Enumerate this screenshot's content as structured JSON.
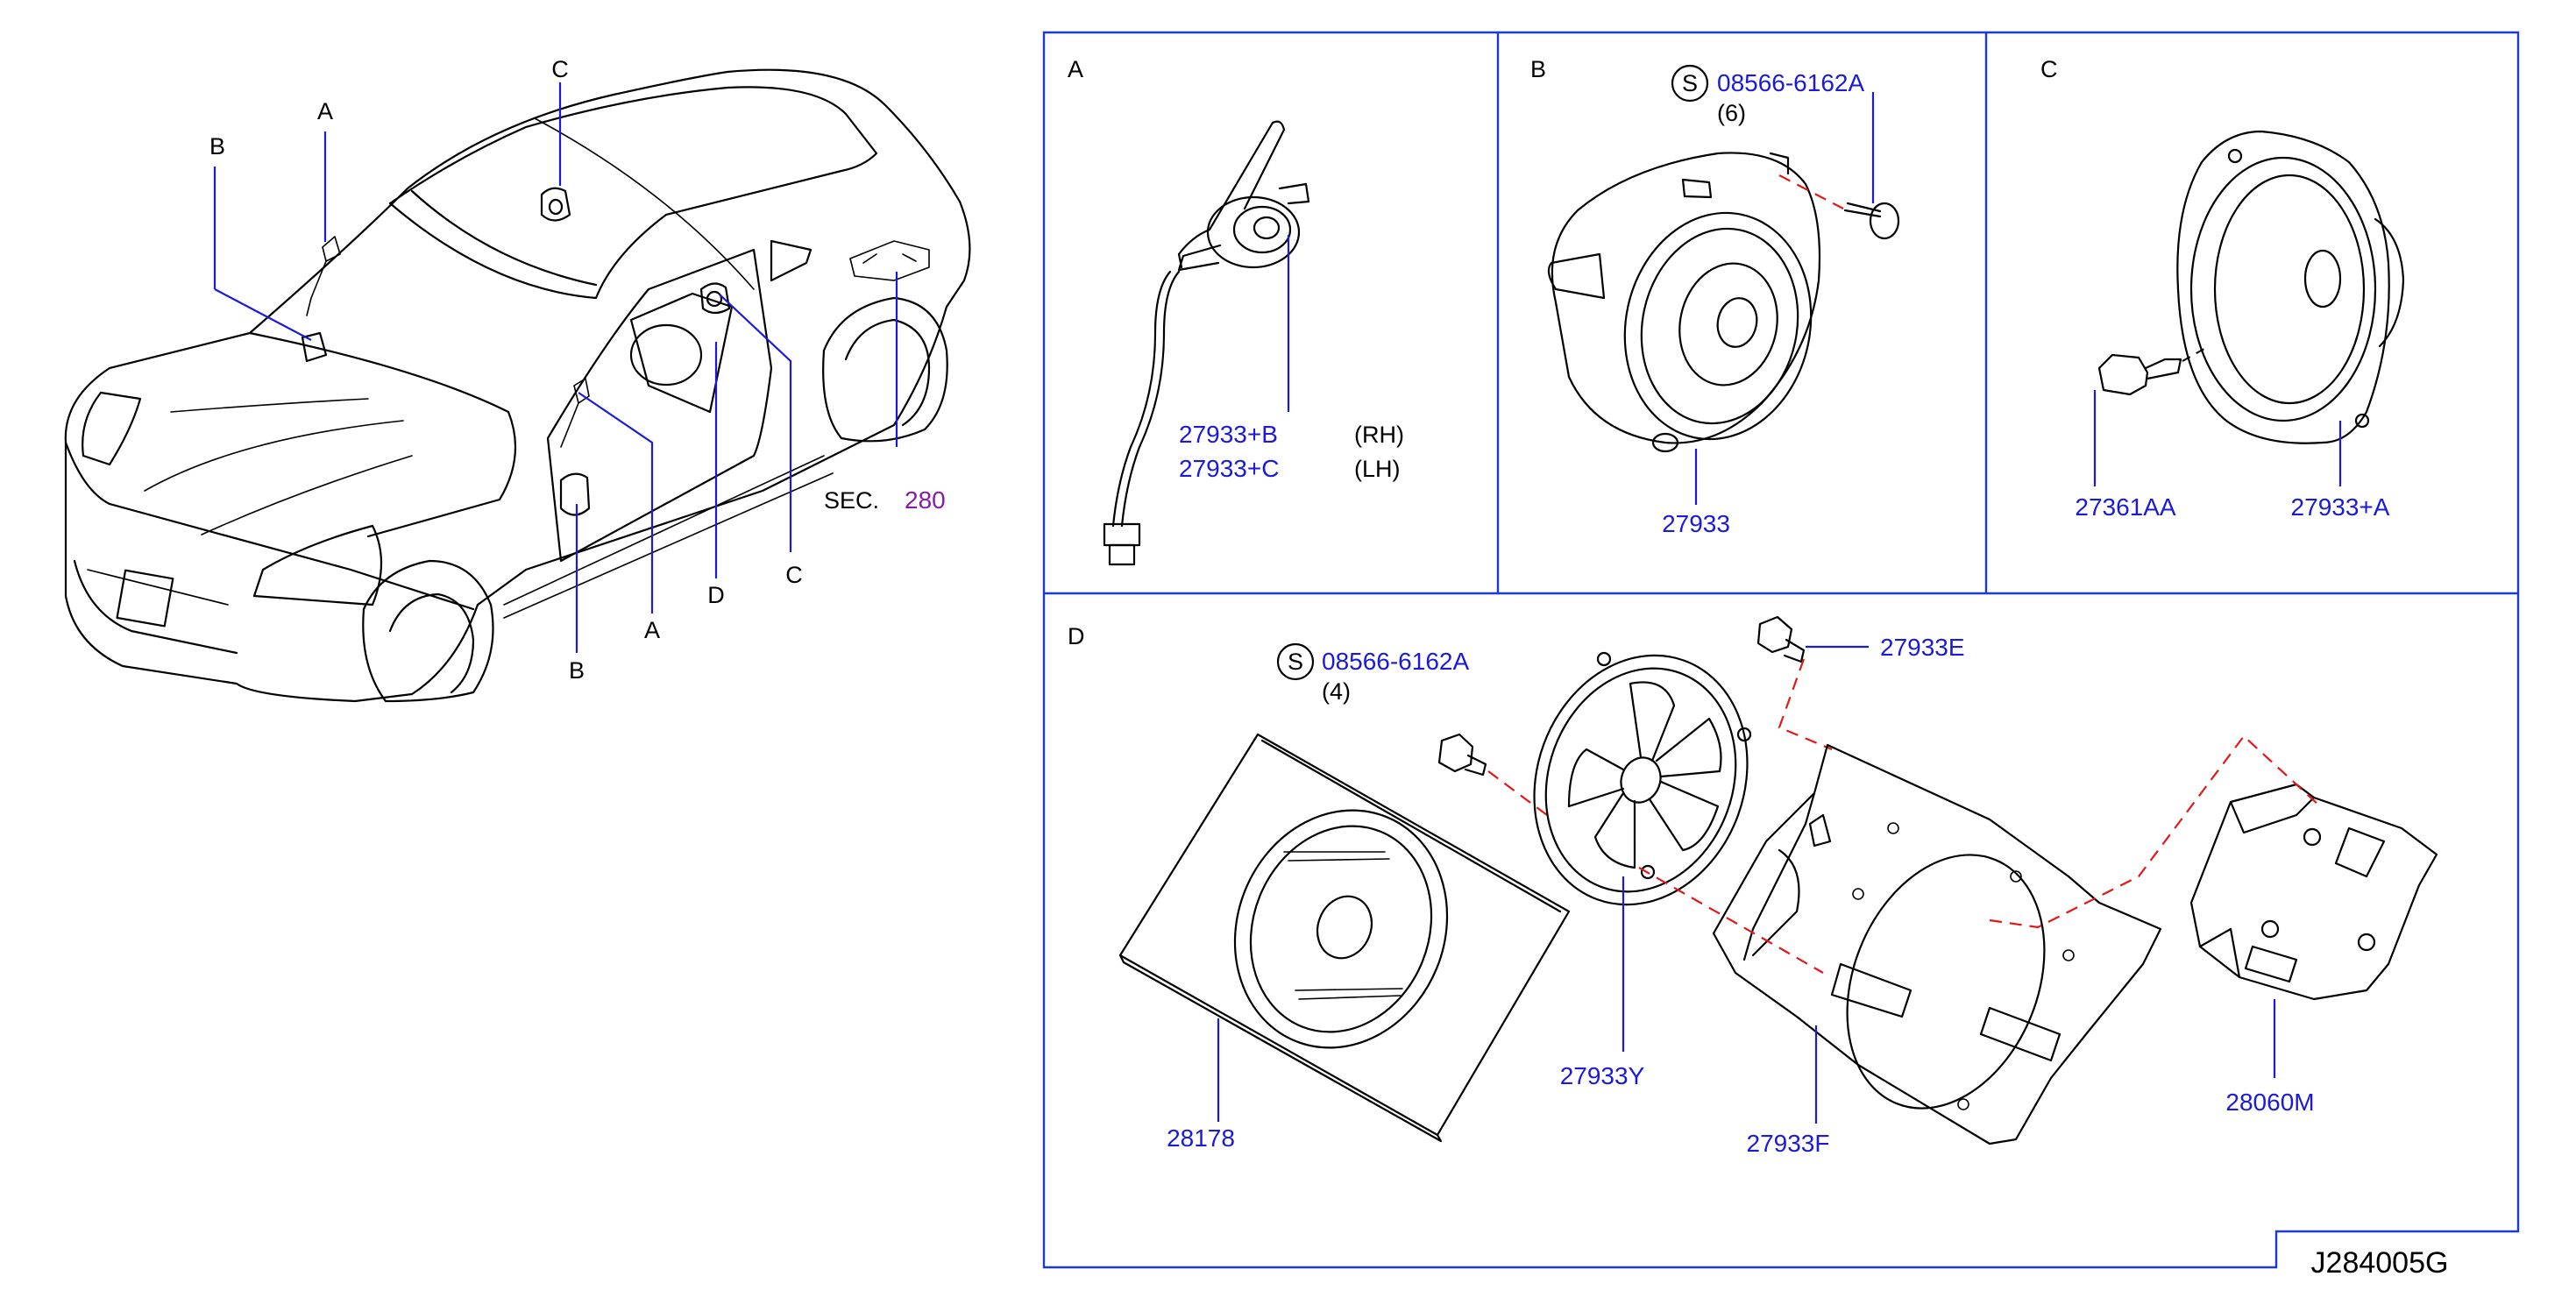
{
  "overview": {
    "callouts": {
      "a1": "A",
      "a2": "A",
      "b1": "B",
      "b2": "B",
      "c1": "C",
      "c2": "C",
      "d": "D"
    },
    "sec_prefix": "SEC.",
    "sec_number": "280"
  },
  "panel_a": {
    "title": "A",
    "parts": [
      {
        "number": "27933+B",
        "side": "(RH)"
      },
      {
        "number": "27933+C",
        "side": "(LH)"
      }
    ]
  },
  "panel_b": {
    "title": "B",
    "screw_symbol": "S",
    "screw_number": "08566-6162A",
    "screw_qty": "(6)",
    "speaker": "27933"
  },
  "panel_c": {
    "title": "C",
    "clip": "27361AA",
    "speaker": "27933+A"
  },
  "panel_d": {
    "title": "D",
    "screw_symbol": "S",
    "screw_number": "08566-6162A",
    "screw_qty": "(4)",
    "clip": "27933E",
    "speaker": "27933Y",
    "bracket": "27933F",
    "cover": "28178",
    "amp": "28060M"
  },
  "diagram_code": "J284005G",
  "colors": {
    "part_numbers": "#1a1ad8",
    "section_ref": "#8a1aa8",
    "frame": "#1a3ad8",
    "explode_lines": "#e01818"
  }
}
